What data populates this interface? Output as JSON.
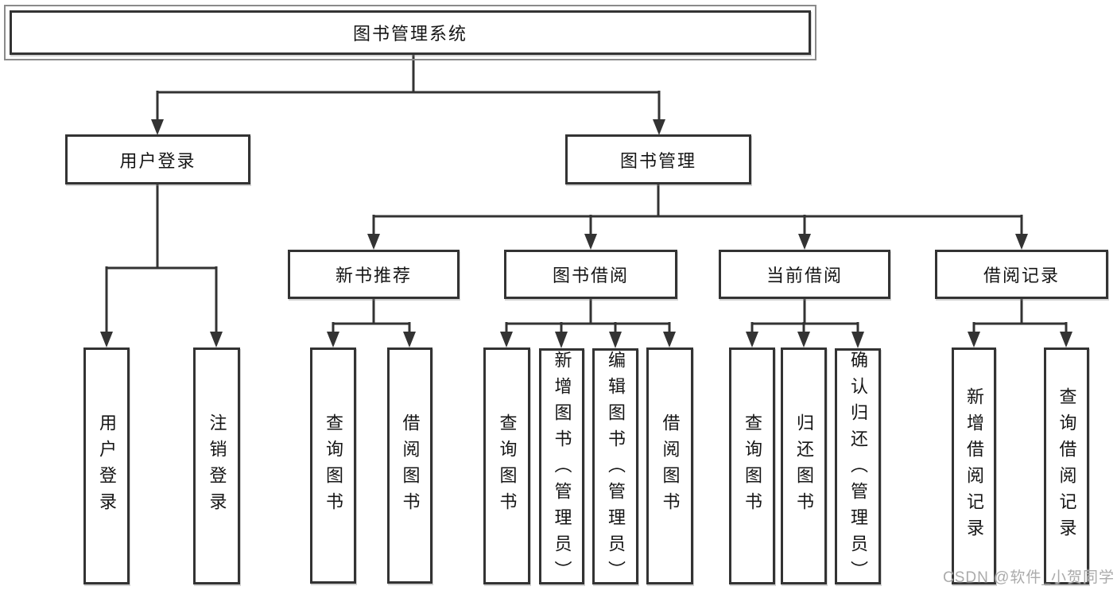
{
  "colors": {
    "line": "#333333",
    "box_border": "#333333",
    "box_fill": "#ffffff",
    "text": "#151515",
    "watermark": "#ababab",
    "background": "#ffffff"
  },
  "nodes": {
    "root": "图书管理系统",
    "user_login": "用户登录",
    "book_mgmt": "图书管理",
    "new_book_rec": "新书推荐",
    "book_borrow": "图书借阅",
    "current_borrow": "当前借阅",
    "borrow_records": "借阅记录",
    "leaf_user_login": "用户登录",
    "leaf_logout": "注销登录",
    "leaf_query_book_1": "查询图书",
    "leaf_borrow_book_1": "借阅图书",
    "leaf_query_book_2": "查询图书",
    "leaf_add_book": "新增图书（管理员）",
    "leaf_edit_book": "编辑图书（管理员）",
    "leaf_borrow_book_2": "借阅图书",
    "leaf_query_book_3": "查询图书",
    "leaf_return_book": "归还图书",
    "leaf_confirm_return": "确认归还（管理员）",
    "leaf_add_record": "新增借阅记录",
    "leaf_query_record": "查询借阅记录"
  },
  "tree": {
    "label": "图书管理系统",
    "children": [
      {
        "label": "用户登录",
        "children": [
          {
            "label": "用户登录"
          },
          {
            "label": "注销登录"
          }
        ]
      },
      {
        "label": "图书管理",
        "children": [
          {
            "label": "新书推荐",
            "children": [
              {
                "label": "查询图书"
              },
              {
                "label": "借阅图书"
              }
            ]
          },
          {
            "label": "图书借阅",
            "children": [
              {
                "label": "查询图书"
              },
              {
                "label": "新增图书（管理员）"
              },
              {
                "label": "编辑图书（管理员）"
              },
              {
                "label": "借阅图书"
              }
            ]
          },
          {
            "label": "当前借阅",
            "children": [
              {
                "label": "查询图书"
              },
              {
                "label": "归还图书"
              },
              {
                "label": "确认归还（管理员）"
              }
            ]
          },
          {
            "label": "借阅记录",
            "children": [
              {
                "label": "新增借阅记录"
              },
              {
                "label": "查询借阅记录"
              }
            ]
          }
        ]
      }
    ]
  },
  "watermark": {
    "text": "CSDN @软件_小贺同学"
  }
}
